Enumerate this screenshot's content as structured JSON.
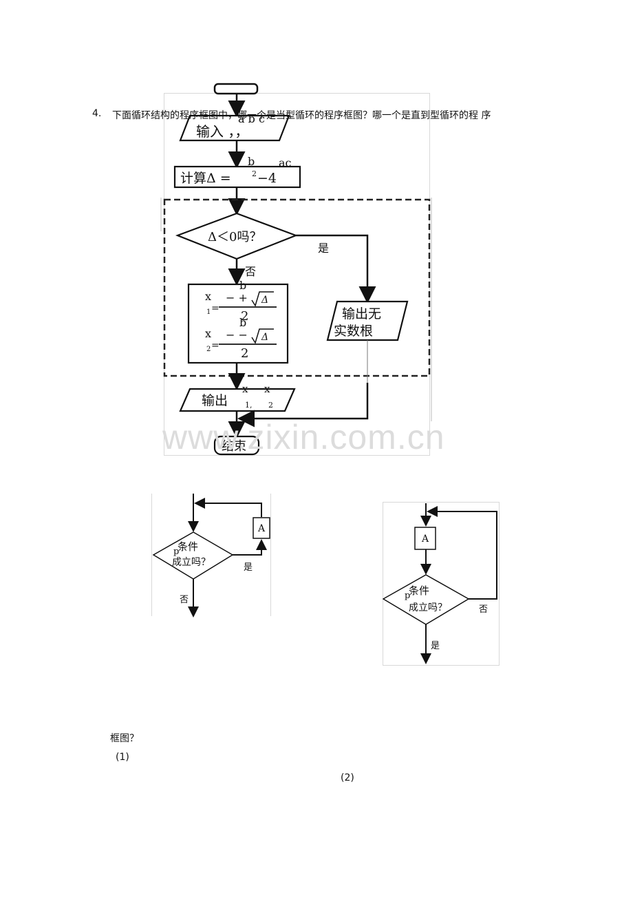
{
  "question": {
    "number": "4.",
    "text": "下面循环结构的程序框图中，哪一个是当型循环的程序框图？哪一个是直到型循环的程  序",
    "continuation": "框图？"
  },
  "flowchart_main": {
    "input_box": "输入 ，，",
    "input_vars": "a  b  c",
    "calc_box": "计算Δ = b²−4ac",
    "calc_overlay_b": "b",
    "calc_overlay_ac": "ac",
    "calc_main": "计算Δ =",
    "calc_exp": "2",
    "calc_tail": "−4",
    "decision": "Δ＜0吗？",
    "yes_label": "是",
    "no_label": "否",
    "output_no_root_line1": "输出无",
    "output_no_root_line2": "实数根",
    "x1": "x",
    "x1_sub": "1",
    "x2": "x",
    "x2_sub": "2",
    "frac_b": "b",
    "frac_plus": "− +",
    "frac_minus": "− −",
    "frac_sqrt": "Δ",
    "frac_den": "2",
    "output_roots": "输出",
    "output_x1": "x",
    "output_x2": "x",
    "output_sub1": "1,",
    "output_sub2": "2",
    "end_box": "结束",
    "watermark": "www.zixin.com.cn"
  },
  "flowchart_1": {
    "process": "A",
    "condition_p": "p",
    "condition_line1": "条件",
    "condition_line2": "成立吗？",
    "yes_label": "是",
    "no_label": "否"
  },
  "flowchart_2": {
    "process": "A",
    "condition_p": "p",
    "condition_line1": "条件",
    "condition_line2": "成立吗？",
    "yes_label": "是",
    "no_label": "否"
  },
  "labels": {
    "fig1": "(1)",
    "fig2": "(2)"
  }
}
